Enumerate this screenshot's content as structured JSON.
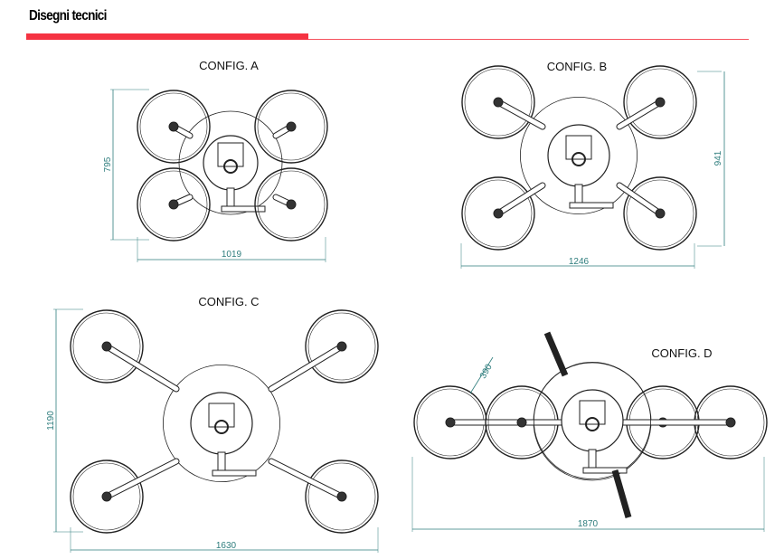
{
  "header": {
    "title": "Disegni tecnici"
  },
  "colors": {
    "accent": "#f53342",
    "dimension": "#2e7d7d",
    "line": "#222222"
  },
  "configs": [
    {
      "label": "CONFIG. A",
      "width_dim": "1019",
      "height_dim": "795"
    },
    {
      "label": "CONFIG. B",
      "width_dim": "1246",
      "height_dim": "941"
    },
    {
      "label": "CONFIG. C",
      "width_dim": "1630",
      "height_dim": "1190"
    },
    {
      "label": "CONFIG. D",
      "width_dim": "1870",
      "extra_dim": "390"
    }
  ]
}
